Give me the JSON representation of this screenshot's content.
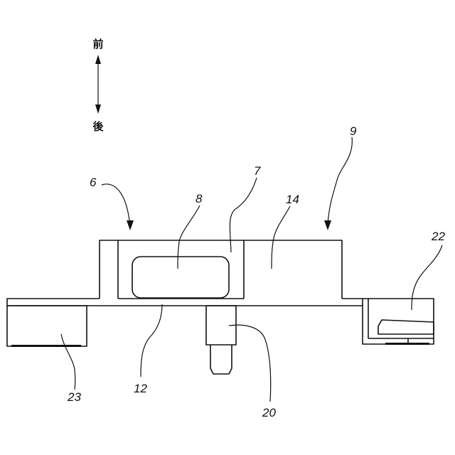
{
  "direction": {
    "front": "前",
    "rear": "後"
  },
  "labels": {
    "l6": "6",
    "l7": "7",
    "l8": "8",
    "l9": "9",
    "l12": "12",
    "l14": "14",
    "l20": "20",
    "l22": "22",
    "l23": "23"
  }
}
